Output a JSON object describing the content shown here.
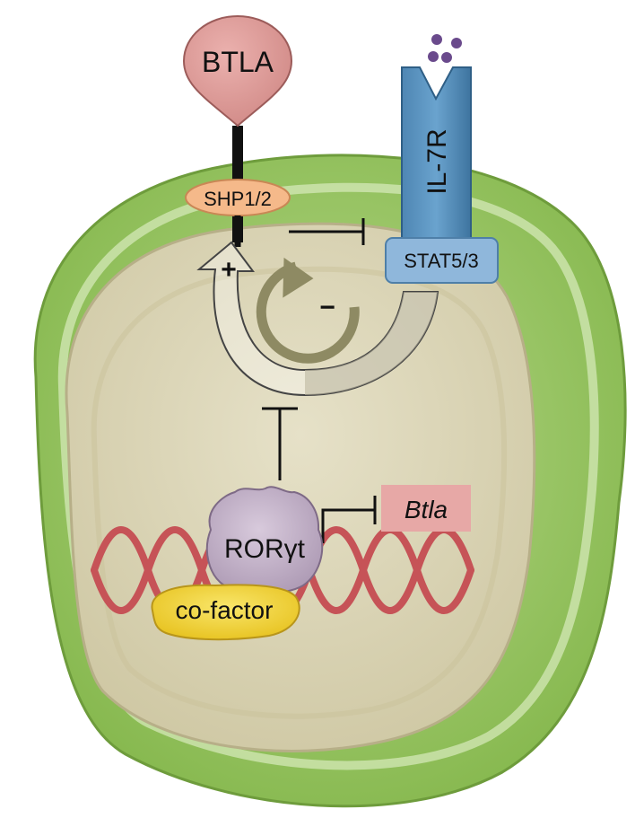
{
  "labels": {
    "btla": "BTLA",
    "shp": "SHP1/2",
    "il7r": "IL-7R",
    "stat": "STAT5/3",
    "plus": "+",
    "minus": "−",
    "rorgt": "RORγt",
    "cofactor": "co-factor",
    "btla_gene": "Btla"
  },
  "colors": {
    "cell_outer": "#8FBF58",
    "cell_inner": "#B8D98A",
    "nucleus": "#D9D3B5",
    "btla_fill": "#D9918F",
    "shp_fill": "#F5B98A",
    "receptor_fill": "#5B93C0",
    "stat_fill": "#8FB7DB",
    "cytokine": "#6A4A8C",
    "loop_arrow": "#8E8A63",
    "dna": "#C65357",
    "rorgt_fill": "#C3B2C8",
    "cofactor_fill": "#F2D33A",
    "btla_gene_fill": "#E7A8A6"
  }
}
